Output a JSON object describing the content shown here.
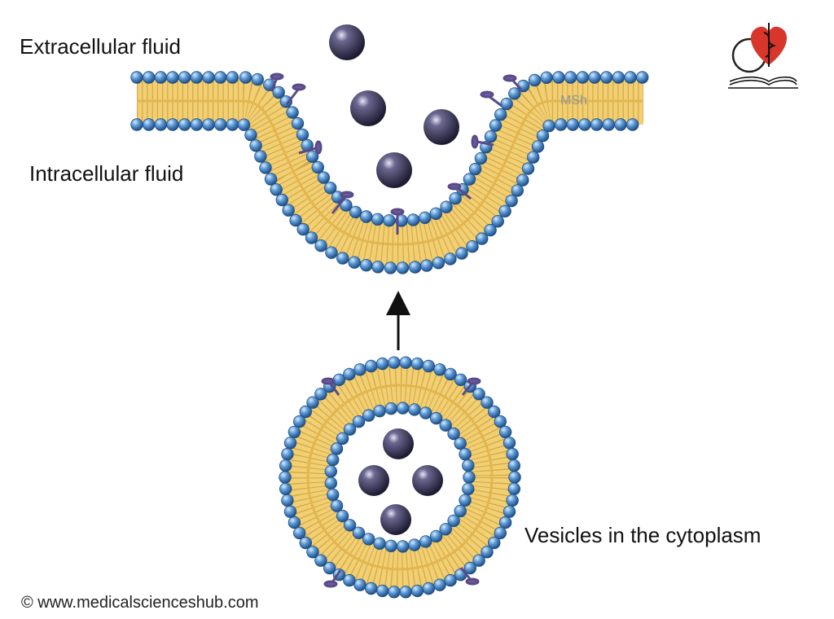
{
  "labels": {
    "extracellular": "Extracellular fluid",
    "intracellular": "Intracellular fluid",
    "vesicle": "Vesicles in the cytoplasm",
    "copyright": "© www.medicalscienceshub.com",
    "watermark": "MSh"
  },
  "colors": {
    "head": "#4a86c5",
    "head_light": "#bfe0ff",
    "head_stroke": "#1f4f86",
    "tail": "#f2cf72",
    "tail_line": "#b88d2a",
    "ligand": "#3d3a5c",
    "receptor": "#5a4a86",
    "arrow": "#111111",
    "logo_heart": "#d9362b"
  },
  "icons": [
    "logo-heart-icon",
    "logo-caduceus-icon",
    "logo-book-icon",
    "stethoscope-icon"
  ]
}
